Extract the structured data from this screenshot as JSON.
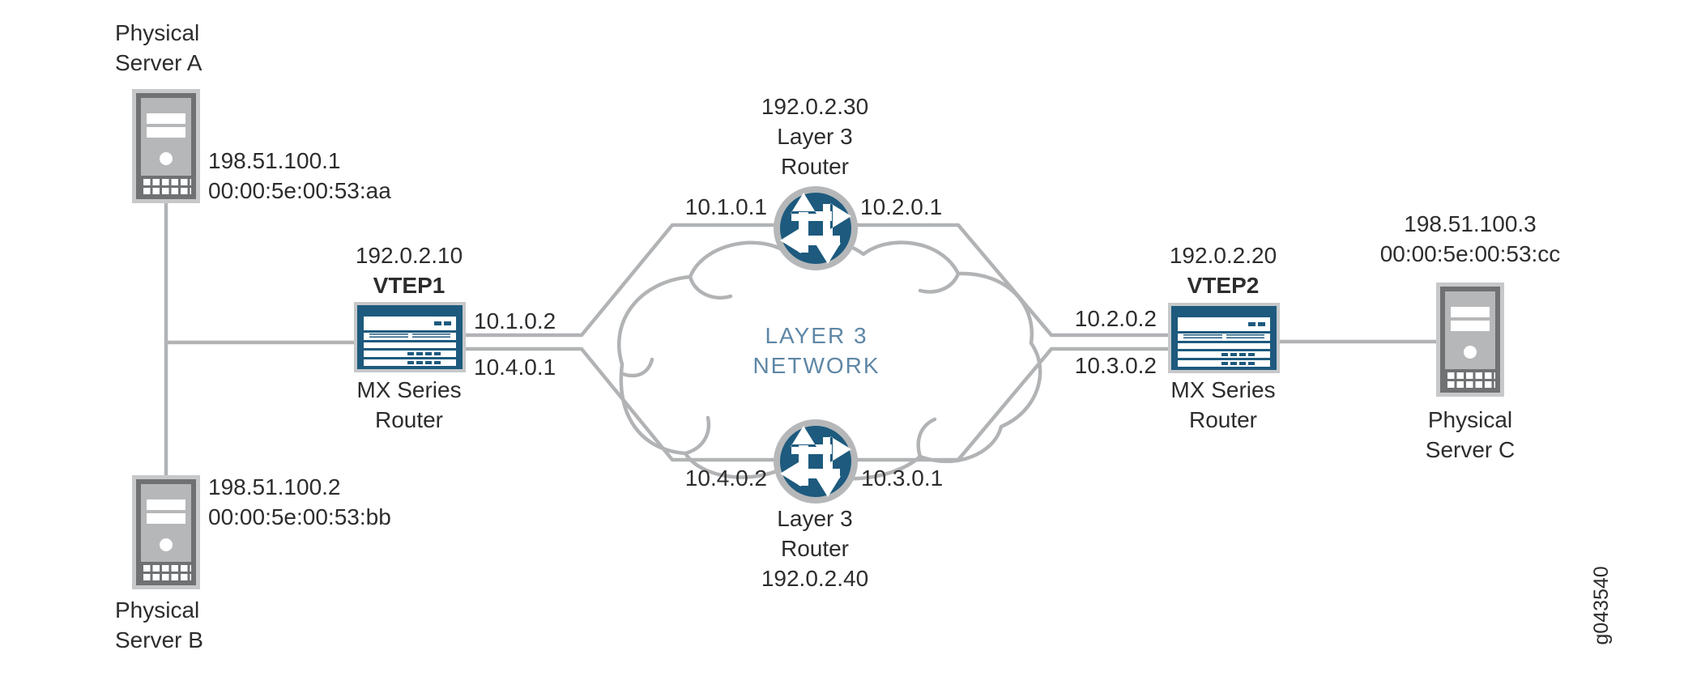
{
  "figure_id": "g043540",
  "cloud": {
    "label_line1": "LAYER 3",
    "label_line2": "NETWORK"
  },
  "colors": {
    "device-blue": "#1d5a7e",
    "line-gray": "#b1b3b5",
    "text-dark": "#2d2d2d",
    "cloud-blue": "#5e87a6",
    "icon-border": "#c6c8ca",
    "icon-frame": "#6f7173",
    "icon-body": "#b5b7b9",
    "ring-gray": "#b5b7b9"
  },
  "nodes": {
    "server_a": {
      "name_line1": "Physical",
      "name_line2": "Server A",
      "ip": "198.51.100.1",
      "mac": "00:00:5e:00:53:aa"
    },
    "server_b": {
      "name_line1": "Physical",
      "name_line2": "Server B",
      "ip": "198.51.100.2",
      "mac": "00:00:5e:00:53:bb"
    },
    "server_c": {
      "name_line1": "Physical",
      "name_line2": "Server C",
      "ip": "198.51.100.3",
      "mac": "00:00:5e:00:53:cc"
    },
    "vtep1": {
      "loopback": "192.0.2.10",
      "name": "VTEP1",
      "model_line1": "MX Series",
      "model_line2": "Router",
      "if_top": "10.1.0.2",
      "if_bottom": "10.4.0.1"
    },
    "vtep2": {
      "loopback": "192.0.2.20",
      "name": "VTEP2",
      "model_line1": "MX Series",
      "model_line2": "Router",
      "if_top": "10.2.0.2",
      "if_bottom": "10.3.0.2"
    },
    "router_top": {
      "loopback": "192.0.2.30",
      "type_line1": "Layer 3",
      "type_line2": "Router",
      "if_left": "10.1.0.1",
      "if_right": "10.2.0.1"
    },
    "router_bottom": {
      "type_line1": "Layer 3",
      "type_line2": "Router",
      "loopback": "192.0.2.40",
      "if_left": "10.4.0.2",
      "if_right": "10.3.0.1"
    }
  }
}
